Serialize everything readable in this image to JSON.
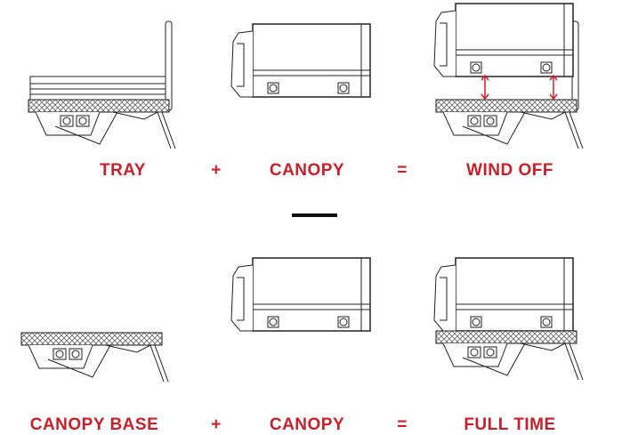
{
  "row1": {
    "a": "TRAY",
    "op1": "+",
    "b": "CANOPY",
    "op2": "=",
    "result": "WIND OFF"
  },
  "row2": {
    "a": "CANOPY BASE",
    "op1": "+",
    "b": "CANOPY",
    "op2": "=",
    "result": "FULL TIME"
  },
  "colors": {
    "accent": "#c8202a",
    "line": "#222222"
  }
}
